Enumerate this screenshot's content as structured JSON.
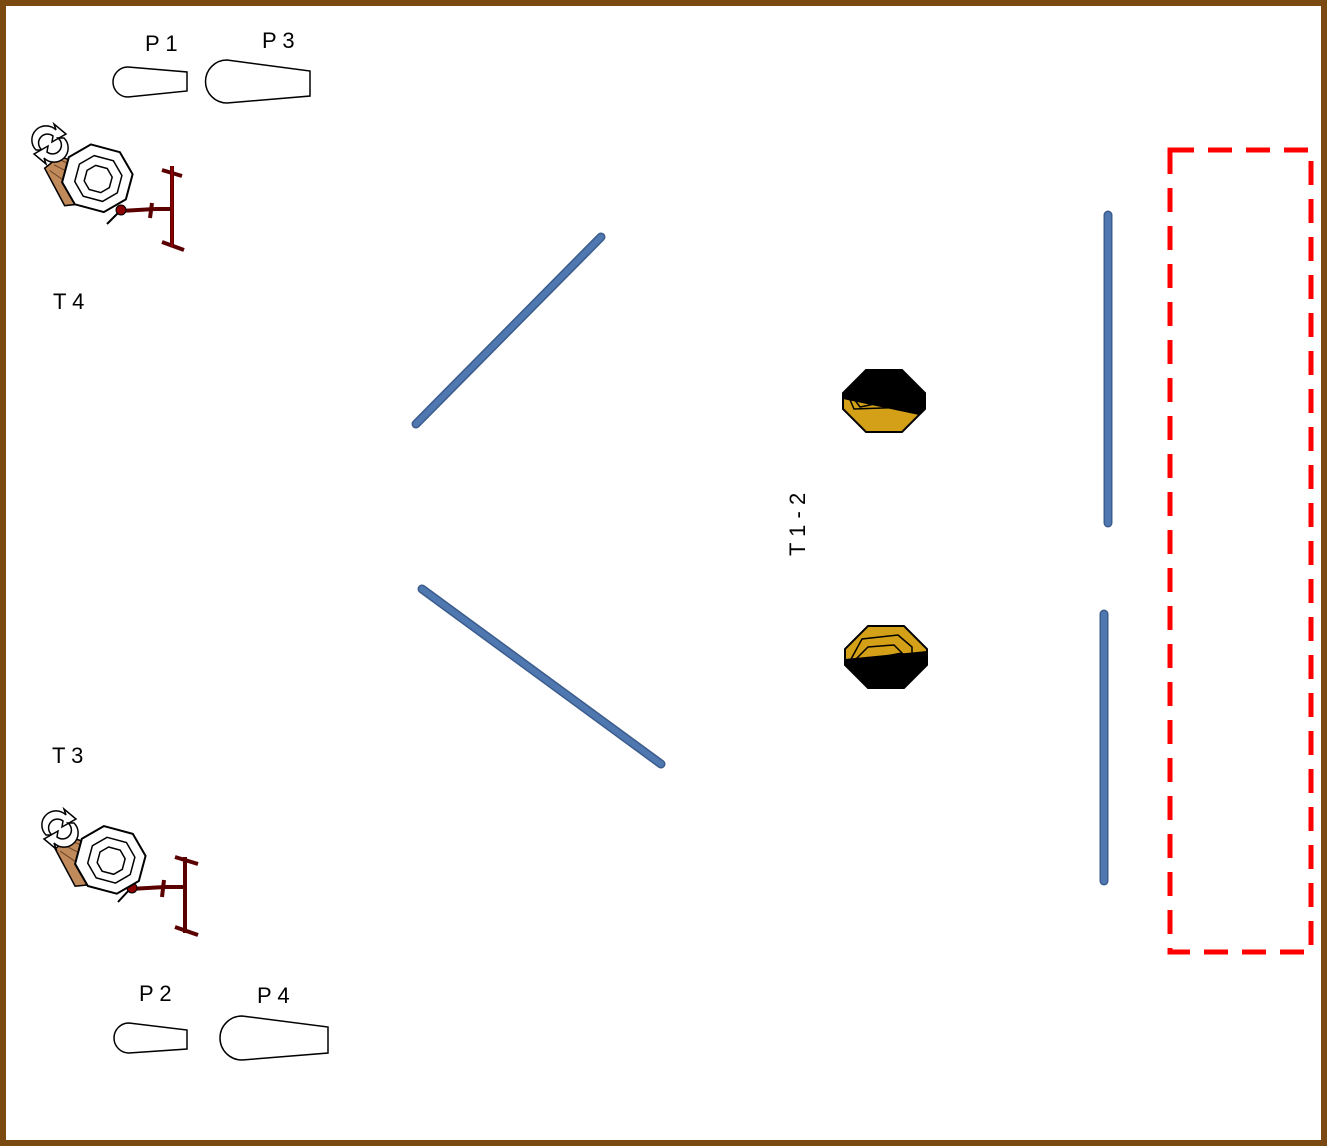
{
  "labels": {
    "p1": "P 1",
    "p2": "P 2",
    "p3": "P 3",
    "p4": "P 4",
    "t3": "T 3",
    "t4": "T 4",
    "t12": "T 1 - 2"
  },
  "colors": {
    "frame": "#7a4a12",
    "wall": "#4a6fa5",
    "wall_edge": "#3b5c8c",
    "target_gold": "#d4a017",
    "target_black": "#000000",
    "fault_zone": "#ff0000",
    "stand_red": "#8b0000",
    "swinger_brown": "#c08a5b"
  },
  "icons": {
    "popper": "popper-icon",
    "swinger_target": "swinger-target-icon",
    "steel_plate": "steel-plate-icon",
    "wall": "wall-icon",
    "fault_line": "fault-line-icon"
  }
}
